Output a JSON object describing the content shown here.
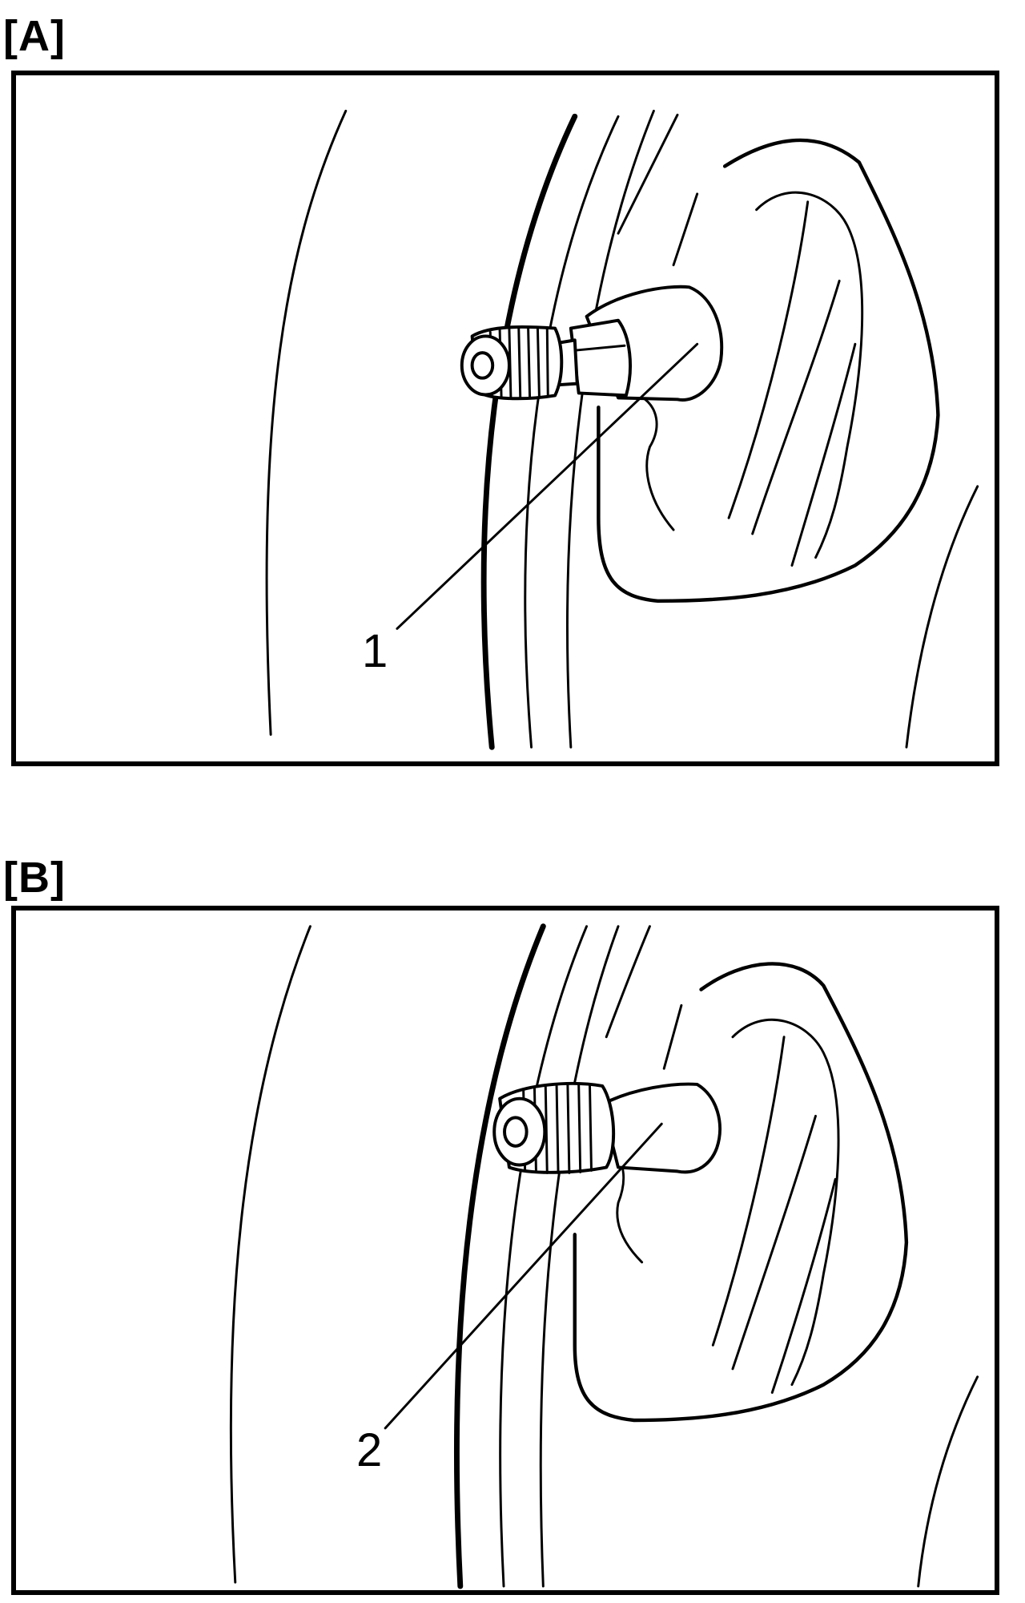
{
  "figures": [
    {
      "label": "[A]",
      "callout": "1"
    },
    {
      "label": "[B]",
      "callout": "2"
    }
  ],
  "colors": {
    "line": "#000000",
    "background": "#ffffff"
  },
  "icons": {
    "a": "tire-valve-stem-long-icon",
    "b": "tire-valve-stem-short-icon"
  }
}
